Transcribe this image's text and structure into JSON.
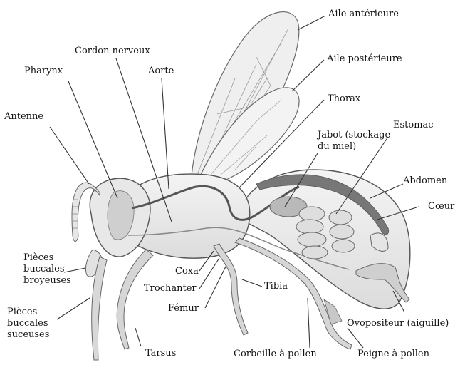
{
  "diagram": {
    "labels": {
      "aile_anterieure": "Aile antérieure",
      "aile_posterieure": "Aile postérieure",
      "thorax": "Thorax",
      "estomac": "Estomac",
      "jabot": [
        "Jabot (stockage",
        "du miel)"
      ],
      "abdomen": "Abdomen",
      "coeur": "Cœur",
      "cordon_nerveux": "Cordon nerveux",
      "pharynx": "Pharynx",
      "aorte": "Aorte",
      "antenne": "Antenne",
      "pieces_broyeuses": [
        "Pièces",
        "buccales",
        "broyeuses"
      ],
      "pieces_suceuses": [
        "Pièces",
        "buccales",
        "suceuses"
      ],
      "coxa": "Coxa",
      "trochanter": "Trochanter",
      "femur": "Fémur",
      "tibia": "Tibia",
      "tarsus": "Tarsus",
      "ovopositeur": "Ovopositeur (aiguille)",
      "corbeille": "Corbeille à pollen",
      "peigne": "Peigne à pollen"
    }
  }
}
